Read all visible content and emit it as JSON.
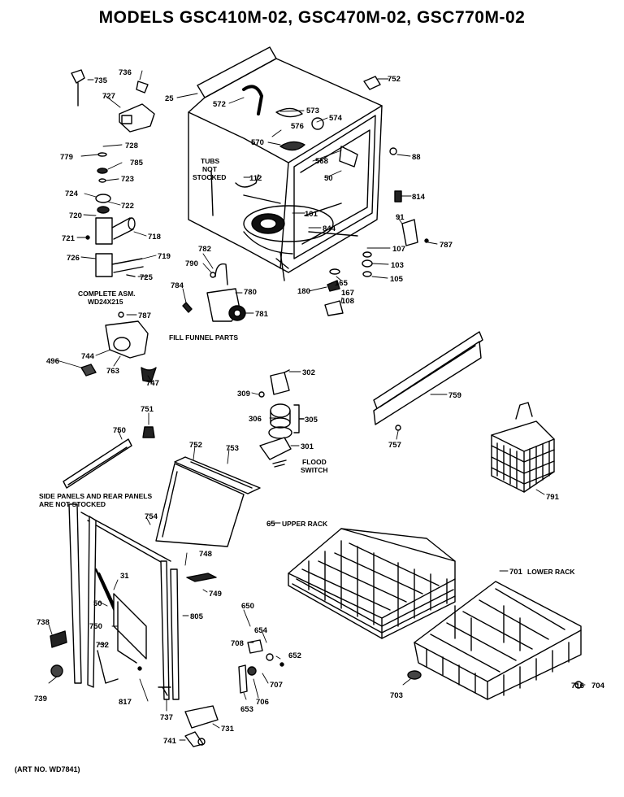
{
  "title": "MODELS GSC410M-02, GSC470M-02, GSC770M-02",
  "art_no": "(ART NO. WD7841)",
  "captions": {
    "tubs_not_stocked": [
      "TUBS",
      "NOT",
      "STOCKED"
    ],
    "complete_asm": [
      "COMPLETE ASM.",
      "WD24X215"
    ],
    "fill_funnel_parts": "FILL FUNNEL PARTS",
    "flood_switch": [
      "FLOOD",
      "SWITCH"
    ],
    "side_panels": [
      "SIDE PANELS AND REAR PANELS",
      "ARE NOT STOCKED"
    ],
    "upper_rack": "UPPER RACK",
    "lower_rack": "LOWER RACK"
  },
  "part_labels": {
    "p735": "735",
    "p736": "736",
    "p727": "727",
    "p25": "25",
    "p572": "572",
    "p573": "573",
    "p574": "574",
    "p576": "576",
    "p570": "570",
    "p752a": "752",
    "p779": "779",
    "p728": "728",
    "p785": "785",
    "p723": "723",
    "p568": "568",
    "p50a": "50",
    "p88": "88",
    "p112": "112",
    "p724": "724",
    "p722": "722",
    "p814": "814",
    "p101": "101",
    "p720": "720",
    "p91": "91",
    "p844": "844",
    "p721": "721",
    "p718": "718",
    "p787a": "787",
    "p107": "107",
    "p726": "726",
    "p719": "719",
    "p782": "782",
    "p103": "103",
    "p790": "790",
    "p725": "725",
    "p105": "105",
    "p165": "165",
    "p784": "784",
    "p180": "180",
    "p167": "167",
    "p108": "108",
    "p780": "780",
    "p781": "781",
    "p787b": "787",
    "p496": "496",
    "p744": "744",
    "p763": "763",
    "p747": "747",
    "p302": "302",
    "p309": "309",
    "p759": "759",
    "p306": "306",
    "p305": "305",
    "p751": "751",
    "p301": "301",
    "p757": "757",
    "p750a": "750",
    "p752b": "752",
    "p753": "753",
    "p791": "791",
    "p754": "754",
    "p65": "65",
    "p701": "701",
    "p748": "748",
    "p31": "31",
    "p749": "749",
    "p50b": "50",
    "p650": "650",
    "p750b": "750",
    "p805": "805",
    "p738": "738",
    "p654": "654",
    "p708": "708",
    "p652": "652",
    "p732": "732",
    "p707": "707",
    "p704": "704",
    "p739": "739",
    "p817": "817",
    "p653": "653",
    "p706": "706",
    "p703": "703",
    "p716": "716",
    "p737": "737",
    "p731": "731",
    "p741": "741"
  }
}
